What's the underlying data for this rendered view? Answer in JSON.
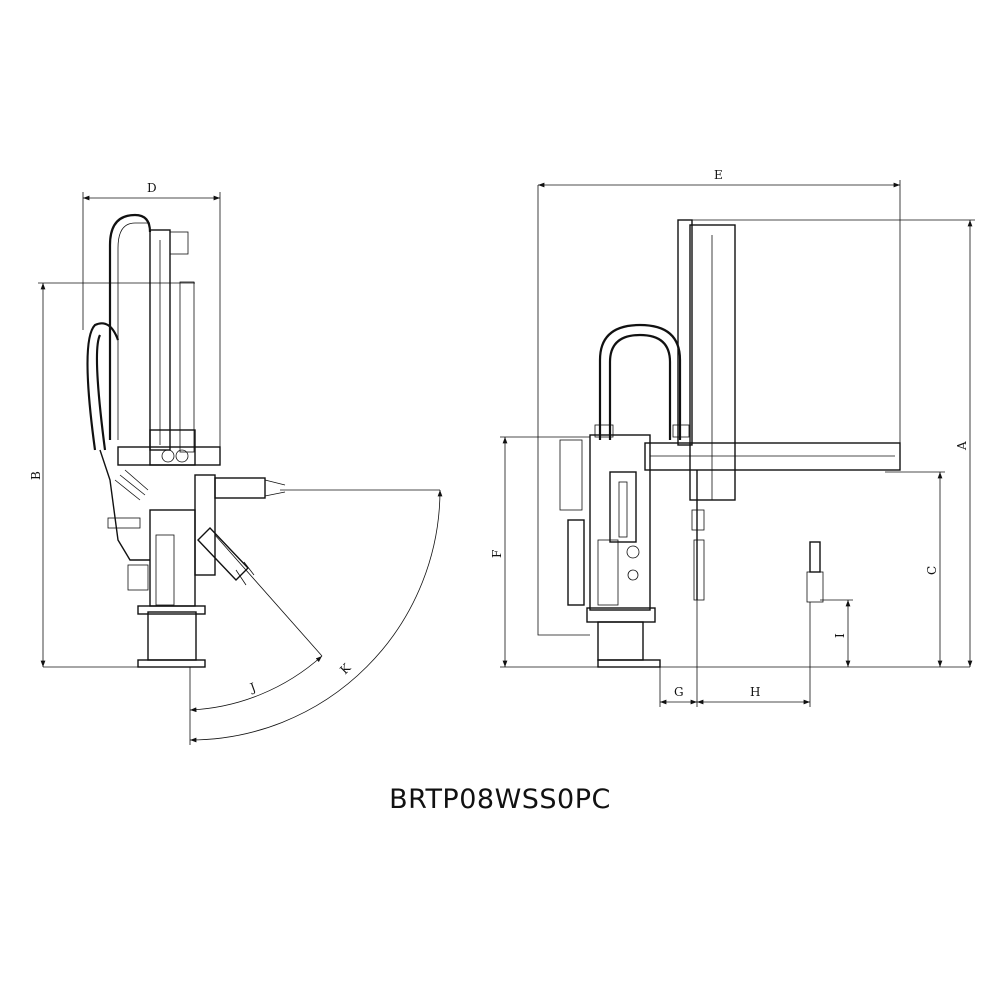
{
  "title": "BRTP08WSS0PC",
  "dimensions": {
    "A": "A",
    "B": "B",
    "C": "C",
    "D": "D",
    "E": "E",
    "F": "F",
    "G": "G",
    "H": "H",
    "I": "I",
    "J": "J",
    "K": "K"
  },
  "colors": {
    "line": "#111111",
    "background": "#ffffff"
  }
}
